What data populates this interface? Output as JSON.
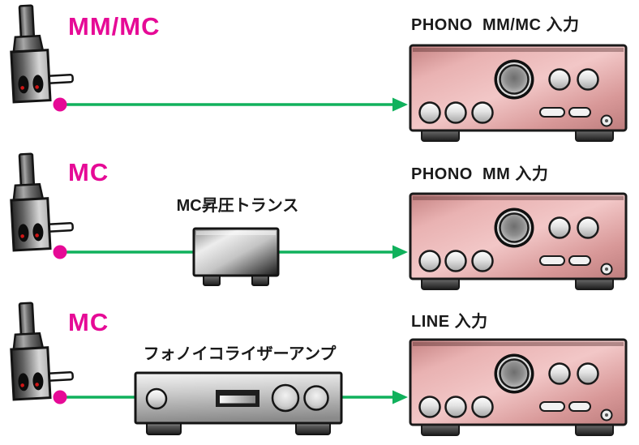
{
  "rows": [
    {
      "cartridge_type": "MM/MC",
      "amp_input_label": "PHONO  MM/MC 入力"
    },
    {
      "cartridge_type": "MC",
      "device_label": "MC昇圧トランス",
      "amp_input_label": "PHONO  MM 入力"
    },
    {
      "cartridge_type": "MC",
      "device_label": "フォノイコライザーアンプ",
      "amp_input_label": "LINE 入力"
    }
  ],
  "icons": {
    "cartridge": "phono-cartridge-plug",
    "amplifier": "integrated-amplifier-front-panel",
    "step_up_transformer": "metal-transformer-box",
    "phono_equalizer": "equalizer-amp-front-panel",
    "cable": "green-arrow-cable",
    "source_dot": "magenta-connection-dot"
  },
  "colors": {
    "accent_magenta": "#e60a96",
    "cable_green": "#10b15c",
    "amp_body_pink": "#dda0a0",
    "device_metal_gray": "#c4c4c4",
    "text_black": "#1a1a1a",
    "background": "#ffffff"
  }
}
